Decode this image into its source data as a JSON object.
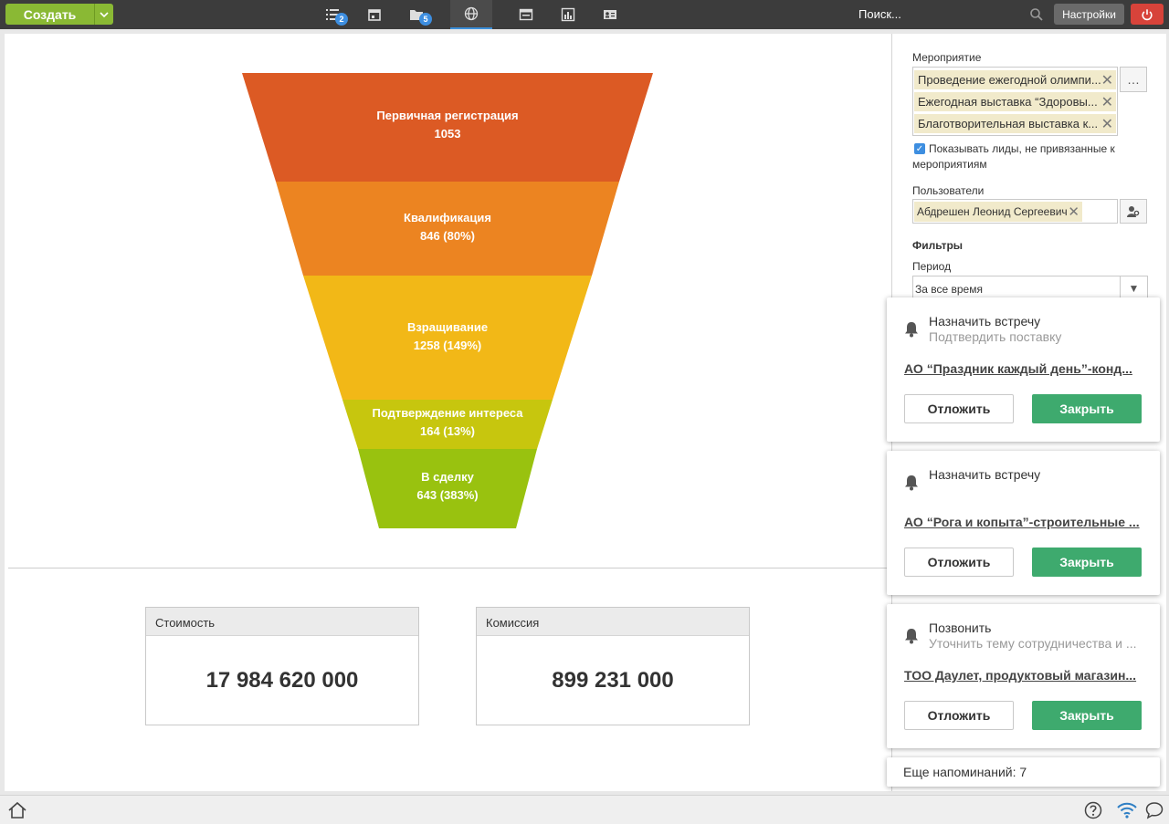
{
  "topbar": {
    "create_label": "Создать",
    "nav": [
      {
        "icon": "list-icon",
        "badge": "2"
      },
      {
        "icon": "calendar-icon",
        "badge": ""
      },
      {
        "icon": "folder-icon",
        "badge": "5"
      },
      {
        "icon": "globe-icon",
        "badge": ""
      },
      {
        "icon": "window-icon",
        "badge": ""
      },
      {
        "icon": "bar-chart-icon",
        "badge": ""
      },
      {
        "icon": "contact-card-icon",
        "badge": ""
      }
    ],
    "search_placeholder": "Поиск...",
    "settings_label": "Настройки"
  },
  "funnel": {
    "stages": [
      {
        "name": "Первичная регистрация",
        "value": "1053",
        "color": "#dc5a24"
      },
      {
        "name": "Квалификация",
        "value": "846 (80%)",
        "color": "#ec8421"
      },
      {
        "name": "Взращивание",
        "value": "1258 (149%)",
        "color": "#f2b817"
      },
      {
        "name": "Подтверждение интереса",
        "value": "164 (13%)",
        "color": "#c7c60e"
      },
      {
        "name": "В сделку",
        "value": "643 (383%)",
        "color": "#99c20f"
      }
    ]
  },
  "stats": {
    "cost": {
      "label": "Стоимость",
      "value": "17 984 620 000"
    },
    "commission": {
      "label": "Комиссия",
      "value": "899 231 000"
    }
  },
  "filters": {
    "event_label": "Мероприятие",
    "events": [
      "Проведение ежегодной олимпи...",
      "Ежегодная выставка “Здоровы...",
      "Благотворительная выставка  к..."
    ],
    "show_unlinked_label": "Показывать лиды, не привязанные к мероприятиям",
    "show_unlinked_checked": true,
    "users_label": "Пользователи",
    "user": "Абдрешен Леонид Сергеевич",
    "filters_heading": "Фильтры",
    "period_label": "Период",
    "period_value": "За все время"
  },
  "reminders": [
    {
      "title": "Назначить встречу",
      "subtitle": "Подтвердить поставку",
      "link": "АО “Праздник каждый день”-конд...",
      "postpone": "Отложить",
      "close": "Закрыть"
    },
    {
      "title": "Назначить встречу",
      "subtitle": "",
      "link": "АО “Рога и копыта”-строительные ...",
      "postpone": "Отложить",
      "close": "Закрыть"
    },
    {
      "title": "Позвонить",
      "subtitle": "Уточнить тему сотрудничества и ...",
      "link": "ТОО Даулет, продуктовый магазин...",
      "postpone": "Отложить",
      "close": "Закрыть"
    }
  ],
  "more_reminders": "Еще напоминаний: 7"
}
